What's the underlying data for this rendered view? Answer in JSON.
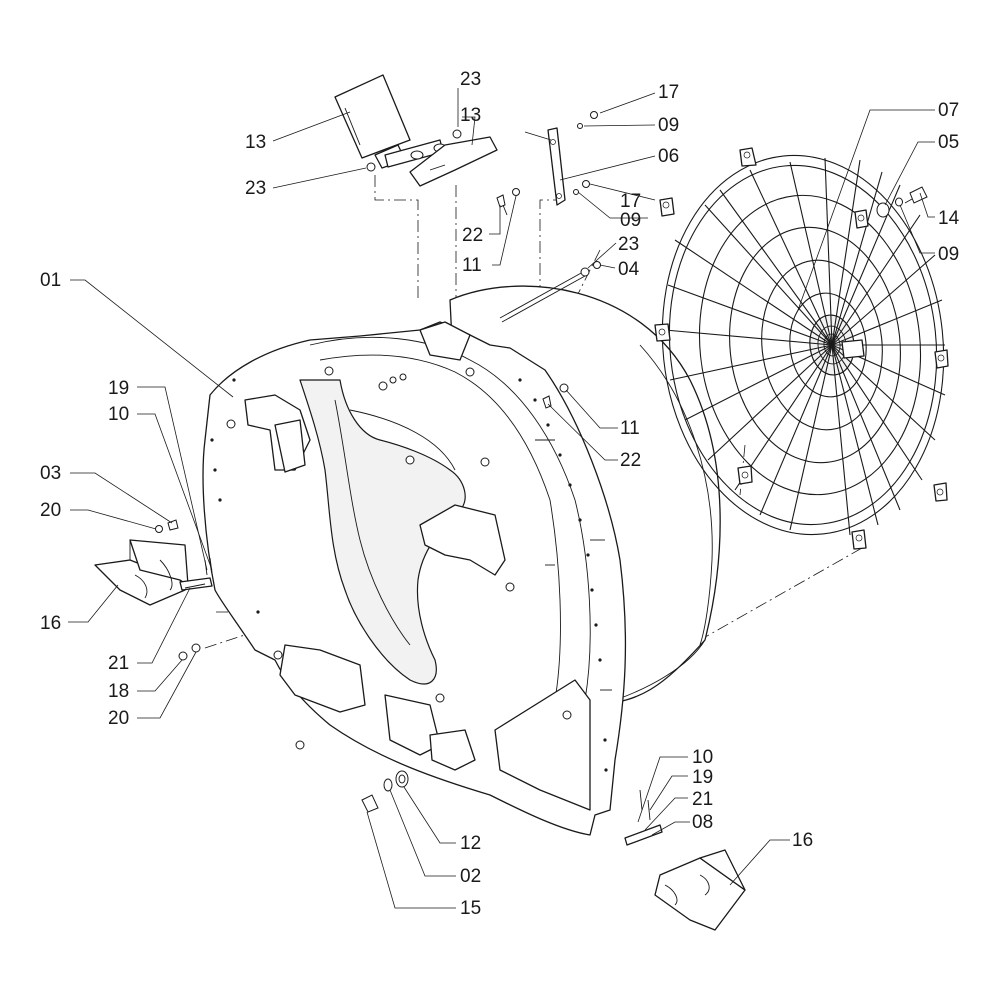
{
  "callouts": [
    {
      "id": "c-23-top",
      "label": "23"
    },
    {
      "id": "c-13-left",
      "label": "13"
    },
    {
      "id": "c-13-right",
      "label": "13"
    },
    {
      "id": "c-23-left",
      "label": "23"
    },
    {
      "id": "c-22-top",
      "label": "22"
    },
    {
      "id": "c-11-top",
      "label": "11"
    },
    {
      "id": "c-17-top",
      "label": "17"
    },
    {
      "id": "c-09-top",
      "label": "09"
    },
    {
      "id": "c-06",
      "label": "06"
    },
    {
      "id": "c-17-mid",
      "label": "17"
    },
    {
      "id": "c-09-mid",
      "label": "09"
    },
    {
      "id": "c-23-mid",
      "label": "23"
    },
    {
      "id": "c-04",
      "label": "04"
    },
    {
      "id": "c-07",
      "label": "07"
    },
    {
      "id": "c-05",
      "label": "05"
    },
    {
      "id": "c-14",
      "label": "14"
    },
    {
      "id": "c-09-right",
      "label": "09"
    },
    {
      "id": "c-01",
      "label": "01"
    },
    {
      "id": "c-19-left",
      "label": "19"
    },
    {
      "id": "c-10-left",
      "label": "10"
    },
    {
      "id": "c-03",
      "label": "03"
    },
    {
      "id": "c-20-upper",
      "label": "20"
    },
    {
      "id": "c-16-left",
      "label": "16"
    },
    {
      "id": "c-21-left",
      "label": "21"
    },
    {
      "id": "c-18",
      "label": "18"
    },
    {
      "id": "c-20-lower",
      "label": "20"
    },
    {
      "id": "c-11-mid",
      "label": "11"
    },
    {
      "id": "c-22-mid",
      "label": "22"
    },
    {
      "id": "c-10-right",
      "label": "10"
    },
    {
      "id": "c-19-right",
      "label": "19"
    },
    {
      "id": "c-21-right",
      "label": "21"
    },
    {
      "id": "c-08",
      "label": "08"
    },
    {
      "id": "c-16-right",
      "label": "16"
    },
    {
      "id": "c-12",
      "label": "12"
    },
    {
      "id": "c-02",
      "label": "02"
    },
    {
      "id": "c-15",
      "label": "15"
    }
  ]
}
